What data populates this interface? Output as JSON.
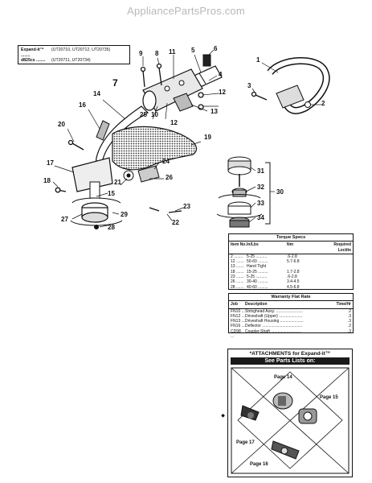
{
  "watermark": "AppliancePartsPros.com",
  "models": {
    "row1_key": "Expand-it™ ........",
    "row1_val": "(UT20710, UT20712, UT20735)",
    "row2_key": "d825cs ........",
    "row2_val": "(UT20711, UT20734)"
  },
  "callouts": {
    "c1": "1",
    "c2": "2",
    "c3": "3",
    "c4": "4",
    "c5": "5",
    "c6": "6",
    "c7": "7",
    "c8": "8",
    "c9": "9",
    "c10": "10",
    "c11": "11",
    "c12a": "12",
    "c12b": "12",
    "c13": "13",
    "c14": "14",
    "c15": "15",
    "c16": "16",
    "c17": "17",
    "c18": "18",
    "c19": "19",
    "c20": "20",
    "c21": "21",
    "c22": "22",
    "c23": "23",
    "c24": "24",
    "c25": "25",
    "c26": "26",
    "c27": "27",
    "c28": "28",
    "c29": "29",
    "c30": "30",
    "c31": "31",
    "c32": "32",
    "c33": "33",
    "c34": "34"
  },
  "torque": {
    "title": "Torque Specs",
    "h1": "Item No.",
    "h2": "In/Lbs",
    "h3": "Nm",
    "h4": "Required Loctite",
    "rows": [
      {
        "item": "2 ........",
        "inlbs": "5-25 ..........",
        "nm": ".6-2.8",
        "loc": ""
      },
      {
        "item": "12 .......",
        "inlbs": "50-60 .........",
        "nm": "5.7-6.8",
        "loc": ""
      },
      {
        "item": "13 .......",
        "inlbs": "Hand Tight",
        "nm": "",
        "loc": ""
      },
      {
        "item": "18 .......",
        "inlbs": "15-25 .........",
        "nm": "1.7-2.8",
        "loc": ""
      },
      {
        "item": "23 .......",
        "inlbs": "5-25 ..........",
        "nm": ".6-2.8",
        "loc": ""
      },
      {
        "item": "26 .......",
        "inlbs": "30-40 .........",
        "nm": "3.4-4.5",
        "loc": ""
      },
      {
        "item": "28 .......",
        "inlbs": "40-60 .........",
        "nm": "4.5-6.8",
        "loc": ""
      }
    ]
  },
  "warranty": {
    "title": "Warranty Flat Rate",
    "h1": "Job",
    "h2": "Description",
    "h3": "Time/Hr",
    "rows": [
      {
        "job": "FN10 ...",
        "desc": "Stringhead Assy. ........................",
        "time": ".2"
      },
      {
        "job": "FN12 ...",
        "desc": "Driveshaft (Upper) .....................",
        "time": ".3"
      },
      {
        "job": "FN13 ...",
        "desc": "Driveshaft Housing .....................",
        "time": ".3"
      },
      {
        "job": "FN16 ...",
        "desc": "Deflector ....................................",
        "time": ".2"
      },
      {
        "job": "CD98 ...",
        "desc": "Coupler-Shaft ...........................",
        "time": ".3"
      }
    ]
  },
  "attachments": {
    "title": "*ATTACHMENTS for Expand-it™",
    "band": "See Parts Lists on:",
    "p14": "Page  14",
    "p15": "Page  15",
    "p16": "Page  16",
    "p17": "Page  17"
  }
}
